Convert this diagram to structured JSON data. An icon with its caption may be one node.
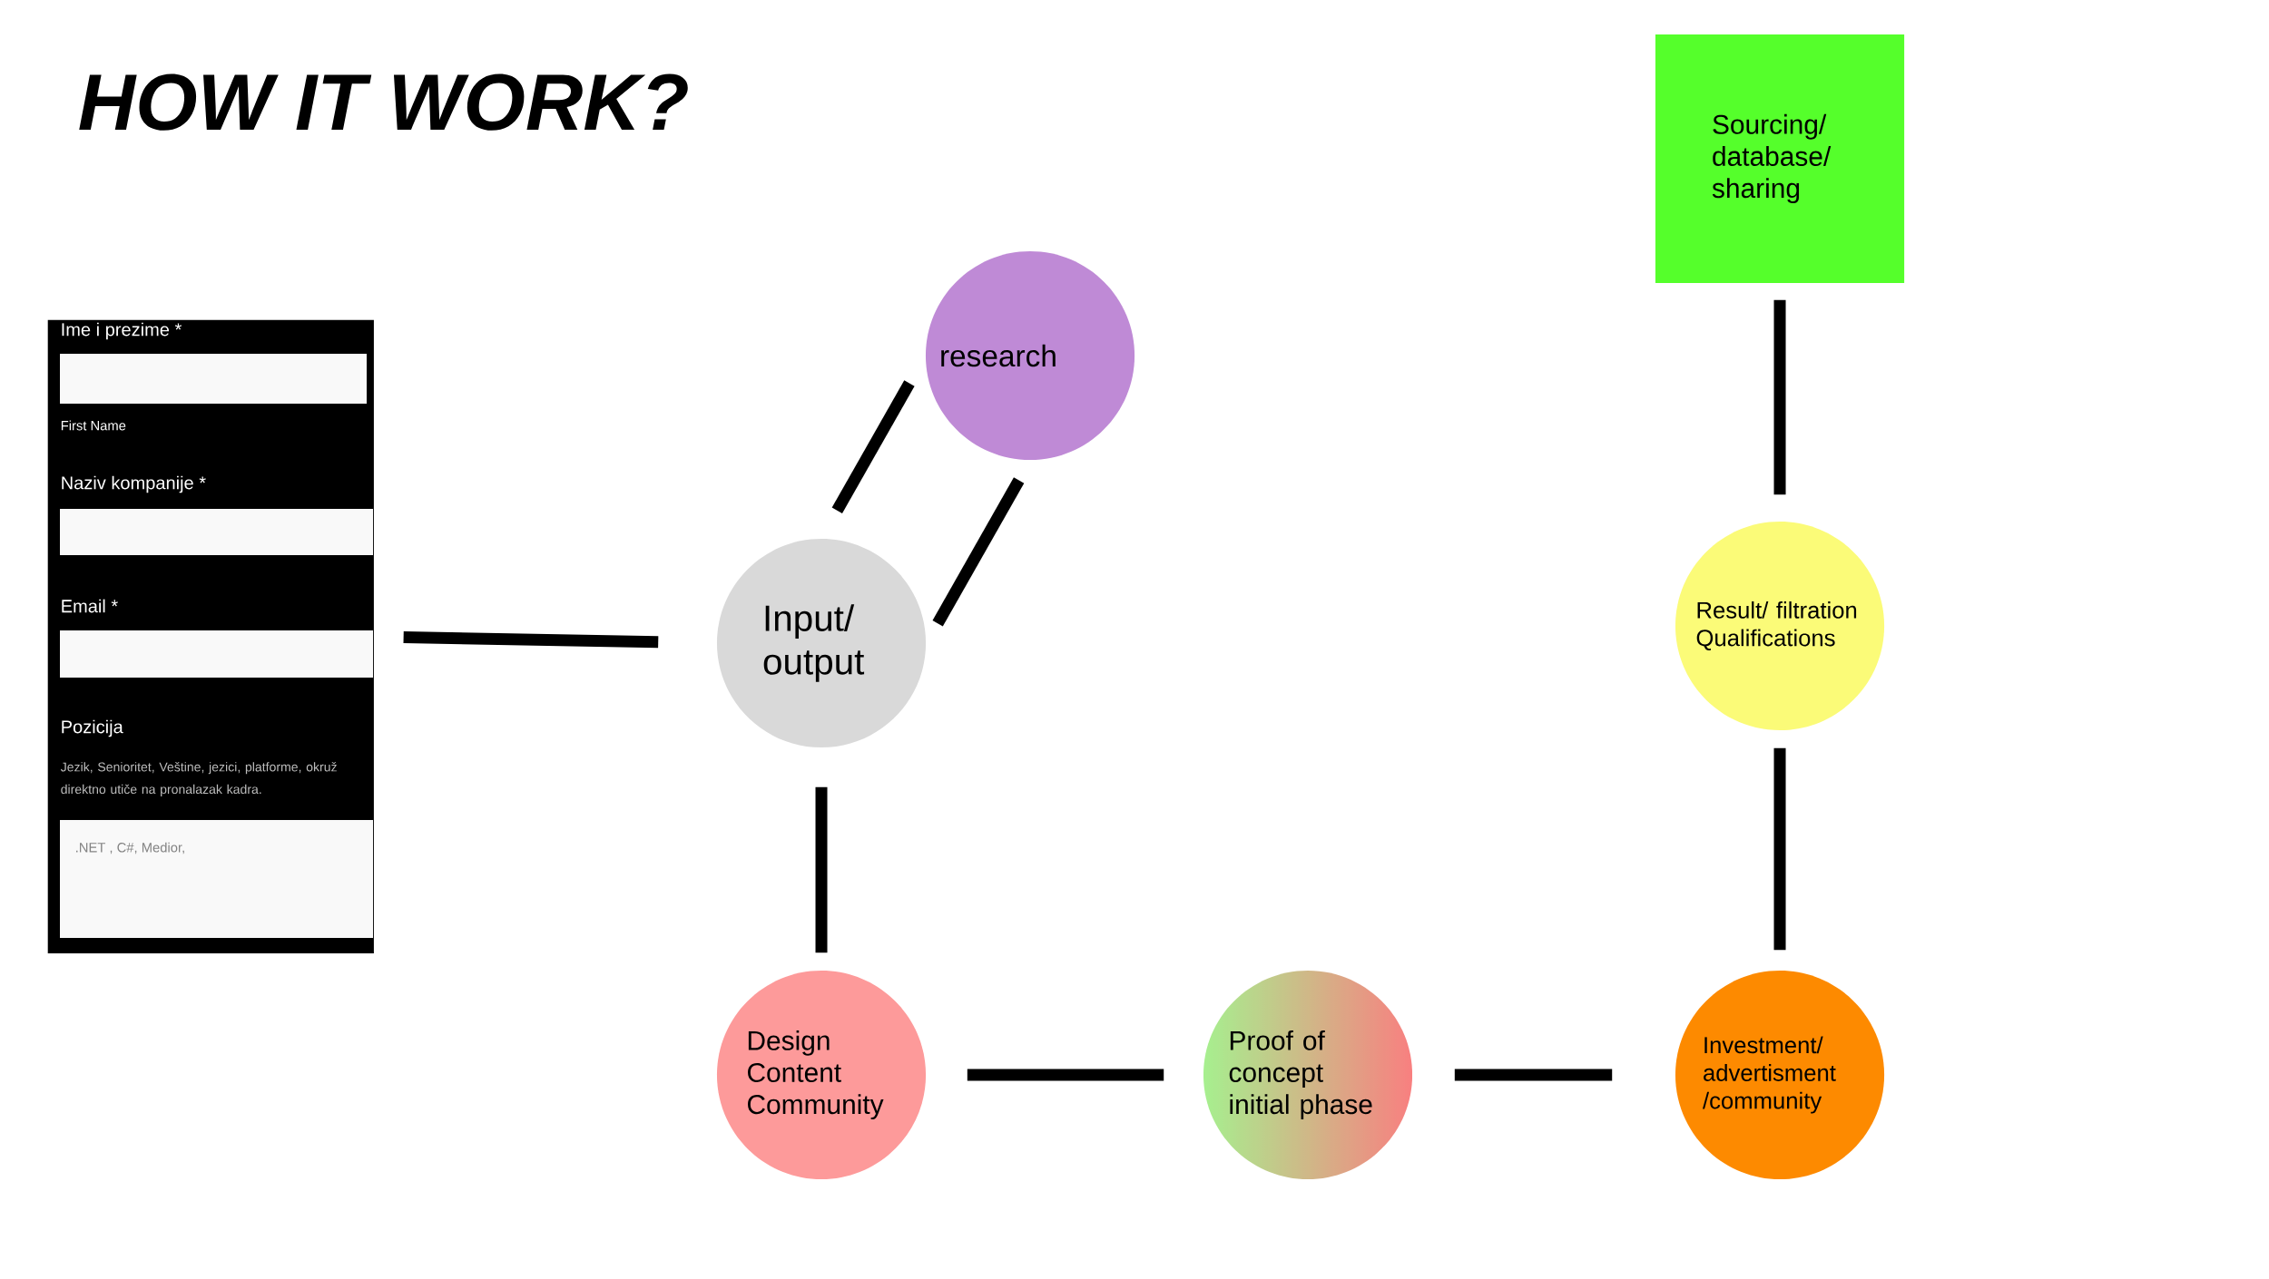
{
  "diagram": {
    "title": "HOW IT WORK?",
    "nodes": [
      {
        "text": [
          "Ime i prezime *",
          "First Name",
          "Naziv kompanije *",
          "Email *",
          "Pozicija",
          "Jezik, Senioritet, Veštine, jezici, platforme, okruž direktno utiče na pronalazak kadra.",
          ".NET , C#, Medior,"
        ]
      },
      {
        "text": [
          "Input/ output"
        ]
      },
      {
        "text": [
          "research"
        ]
      },
      {
        "text": [
          "Design Content Community"
        ]
      },
      {
        "text": [
          "Proof of concept initial phase"
        ]
      },
      {
        "text": [
          "Investment/ advertisment /community"
        ]
      },
      {
        "text": [
          "Result/ filtration Qualifications"
        ]
      },
      {
        "text": [
          "Sourcing/ database/ sharing"
        ]
      }
    ],
    "edges": [
      {
        "from": 0,
        "to": 1,
        "arrow": "none"
      },
      {
        "from": 1,
        "to": 2,
        "arrow": "none"
      },
      {
        "from": 1,
        "to": 2,
        "arrow": "none"
      },
      {
        "from": 1,
        "to": 3,
        "arrow": "none"
      },
      {
        "from": 3,
        "to": 4,
        "arrow": "none"
      },
      {
        "from": 4,
        "to": 5,
        "arrow": "none"
      },
      {
        "from": 5,
        "to": 6,
        "arrow": "none"
      },
      {
        "from": 6,
        "to": 7,
        "arrow": "none"
      }
    ]
  }
}
